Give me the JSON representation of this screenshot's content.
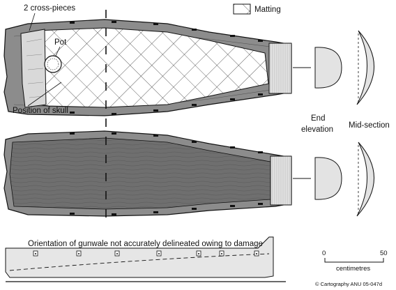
{
  "labels": {
    "cross_pieces": "2 cross-pieces",
    "pot": "Pot",
    "skull": "Position of skull",
    "matting": "Matting",
    "end_elevation_line1": "End",
    "end_elevation_line2": "elevation",
    "mid_section": "Mid-section",
    "gunwale_note": "Orientation of gunwale not accurately delineated owing to damage",
    "credit": "© Cartography ANU 05-047d"
  },
  "scale_bar": {
    "start_label": "0",
    "end_label": "50",
    "unit": "centimetres"
  },
  "colors": {
    "ink": "#111111",
    "hull_wood": "#8c8c8c",
    "hull_interior": "#6f6f6f",
    "plank_light": "#d9d9d9",
    "section_fill": "#e3e3e3",
    "matting_fill": "#ffffff"
  },
  "icons": {
    "legend_swatch": "crosshatch-swatch",
    "pot": "pot-icon"
  }
}
